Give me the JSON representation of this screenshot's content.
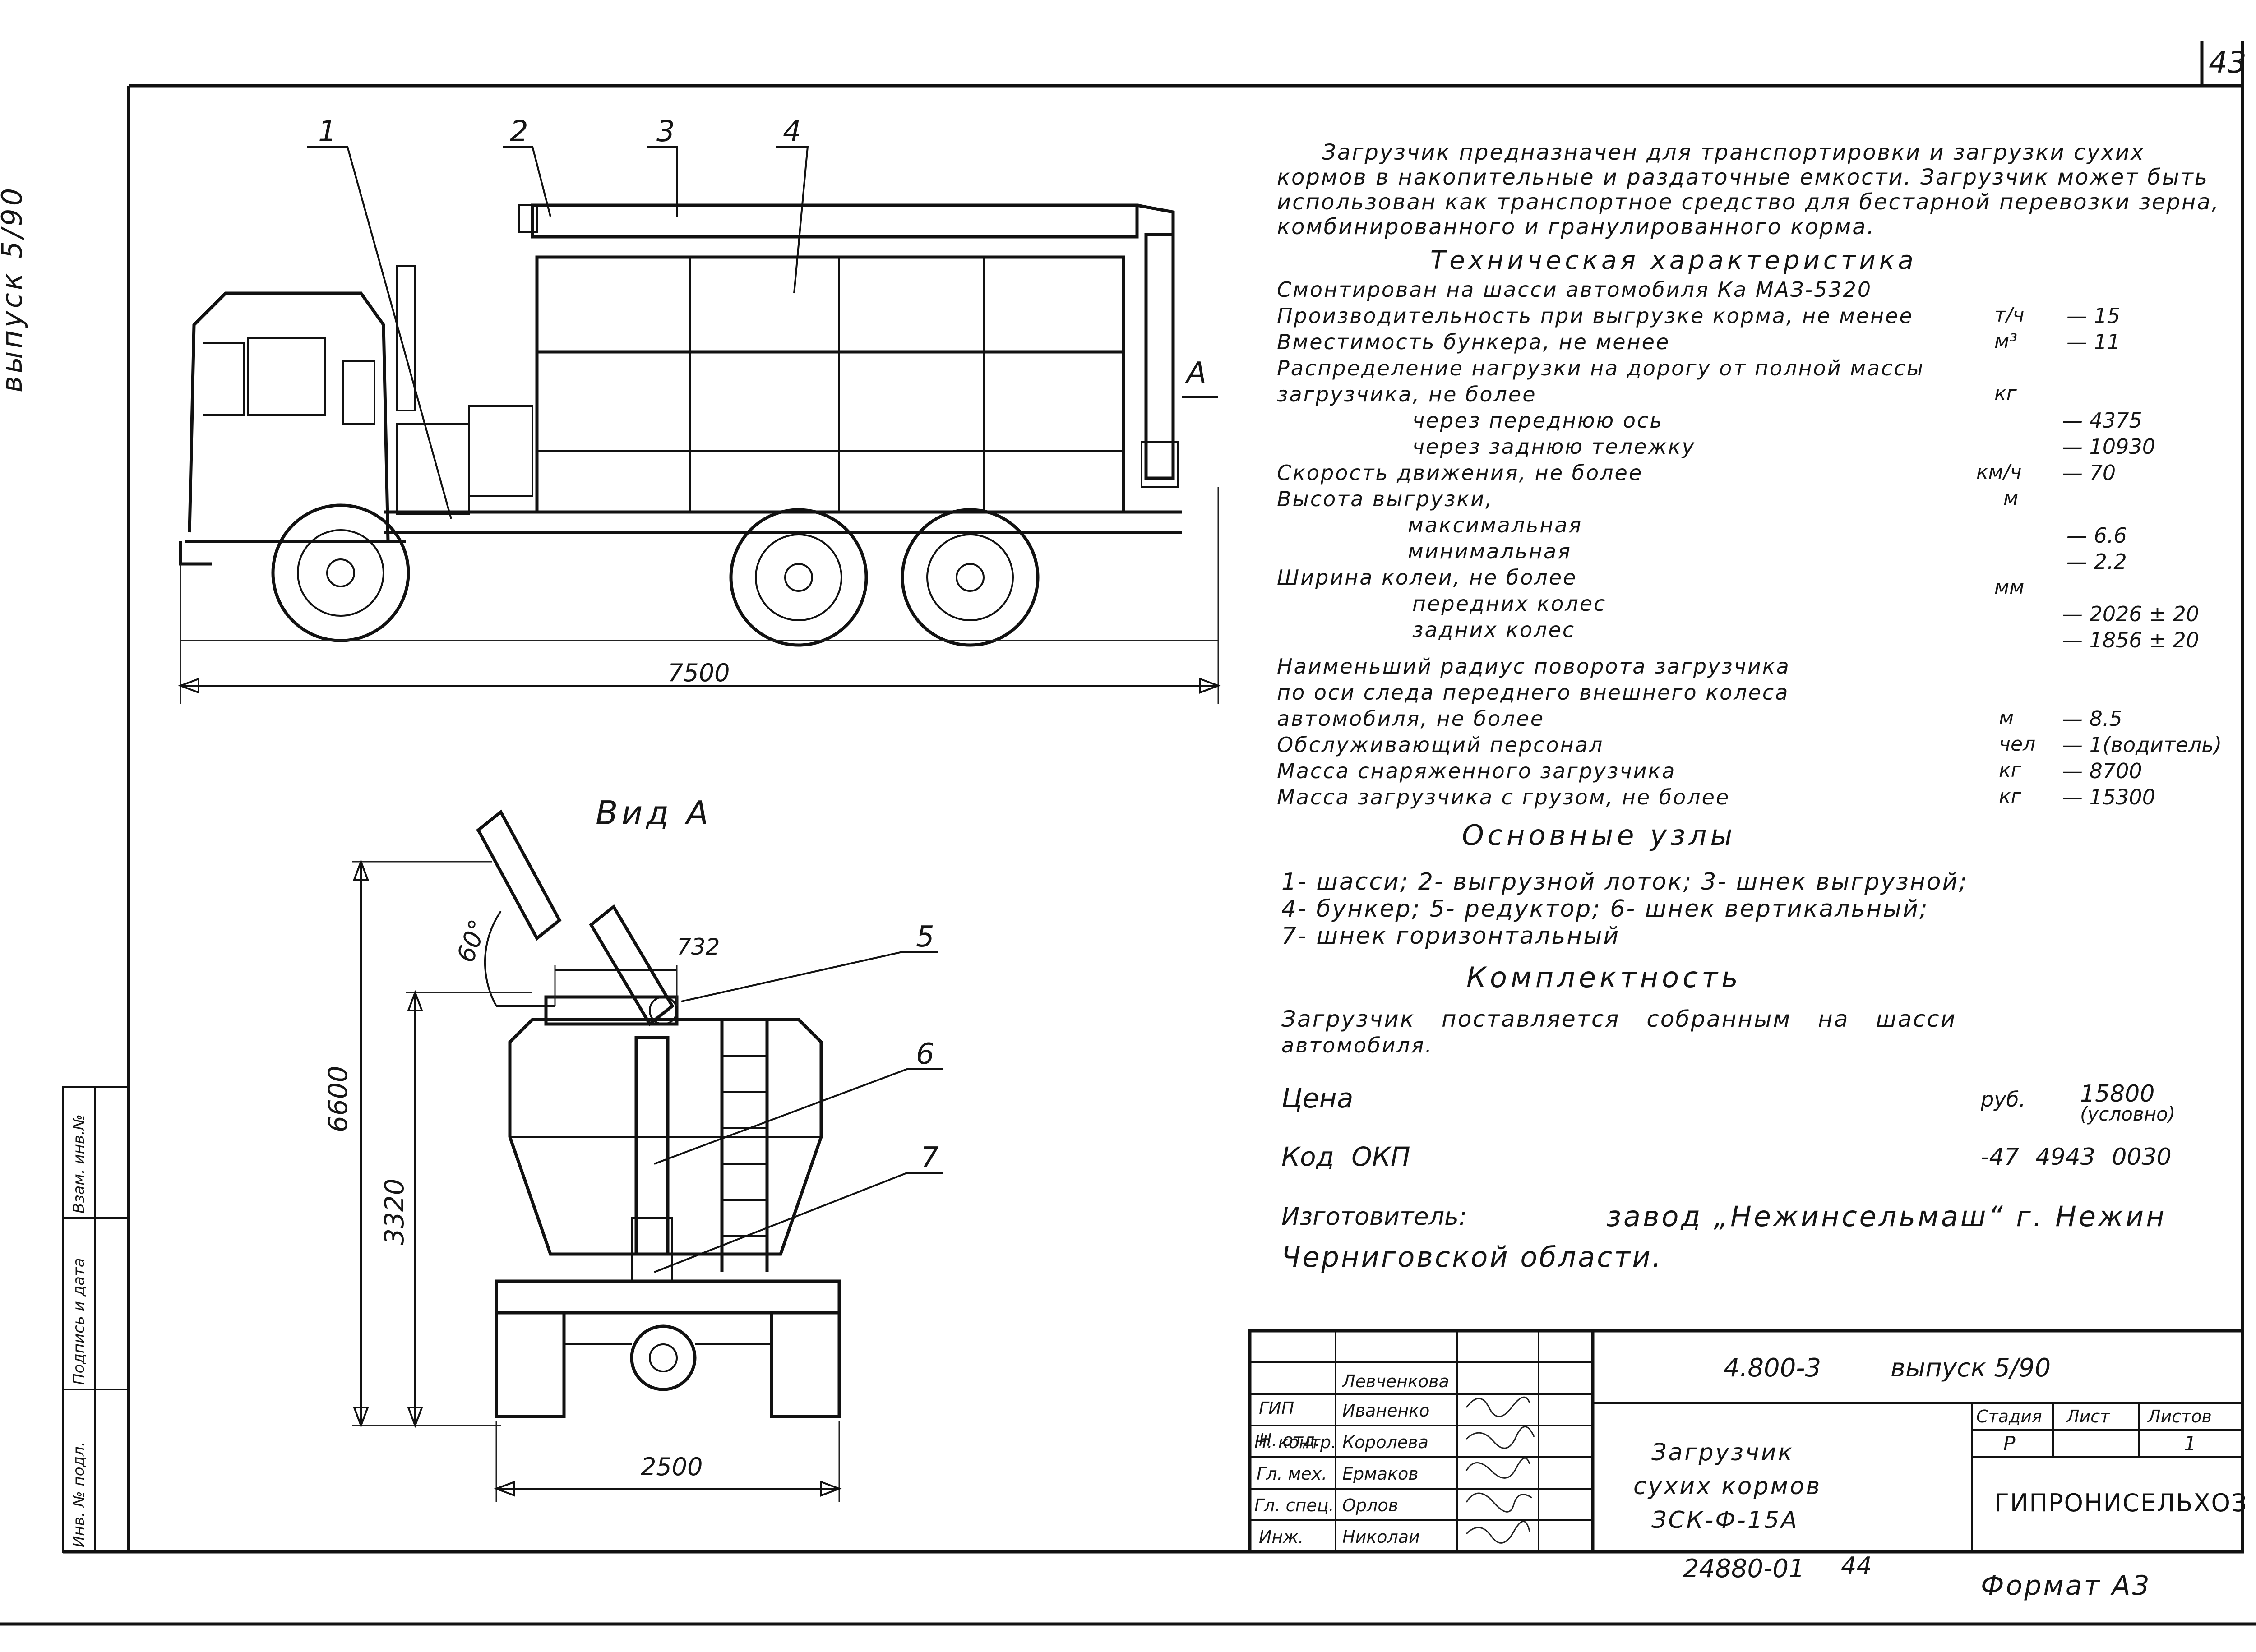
{
  "sheet": {
    "sheet_number": "43",
    "side_label": "выпуск 5/90",
    "side_stamp": [
      "Инв. № подл.",
      "Подпись и дата",
      "Взам. инв.№"
    ]
  },
  "drawing": {
    "callouts": [
      "1",
      "2",
      "3",
      "4",
      "5",
      "6",
      "7"
    ],
    "side_view_length": "7500",
    "view_letter": "A",
    "view_title": "Вид А",
    "angle": "60°",
    "dim_732": "732",
    "dim_6600": "6600",
    "dim_3320": "3320",
    "dim_2500": "2500"
  },
  "description": {
    "lines": [
      "Загрузчик предназначен для транспортировки и загрузки сухих",
      "кормов в накопительные и раздаточные емкости. Загрузчик может быть",
      "использован как транспортное средство для бестарной перевозки зерна,",
      "комбинированного и гранулированного корма."
    ]
  },
  "specs": {
    "title": "Техническая характеристика",
    "rows": [
      {
        "label": "Смонтирован на шасси автомобиля Ка МАЗ-5320",
        "unit": "",
        "value": ""
      },
      {
        "label": "Производительность при выгрузке корма, не менее",
        "unit": "т/ч",
        "value": "— 15"
      },
      {
        "label": "Вместимость бункера, не менее",
        "unit": "м³",
        "value": "— 11"
      },
      {
        "label": "Распределение нагрузки на дорогу от полной массы",
        "unit": "",
        "value": ""
      },
      {
        "label": "загрузчика, не более",
        "unit": "кг",
        "value": ""
      },
      {
        "label": "через переднюю ось",
        "unit": "",
        "value": "— 4375"
      },
      {
        "label": "через заднюю тележку",
        "unit": "",
        "value": "— 10930"
      },
      {
        "label": "Скорость движения, не более",
        "unit": "км/ч",
        "value": "— 70"
      },
      {
        "label": "Высота выгрузки,",
        "unit": "м",
        "value": ""
      },
      {
        "label": "максимальная",
        "unit": "",
        "value": "— 6.6"
      },
      {
        "label": "минимальная",
        "unit": "",
        "value": "— 2.2"
      },
      {
        "label": "Ширина колеи, не более",
        "unit": "мм",
        "value": ""
      },
      {
        "label": "передних колес",
        "unit": "",
        "value": "— 2026 ± 20"
      },
      {
        "label": "задних колес",
        "unit": "",
        "value": "— 1856 ± 20"
      },
      {
        "label": "Наименьший радиус поворота загрузчика",
        "unit": "",
        "value": ""
      },
      {
        "label": "по оси следа переднего внешнего колеса",
        "unit": "",
        "value": ""
      },
      {
        "label": "автомобиля, не более",
        "unit": "м",
        "value": "— 8.5"
      },
      {
        "label": "Обслуживающий персонал",
        "unit": "чел",
        "value": "— 1(водитель)"
      },
      {
        "label": "Масса снаряженного загрузчика",
        "unit": "кг",
        "value": "— 8700"
      },
      {
        "label": "Масса загрузчика с грузом, не более",
        "unit": "кг",
        "value": "— 15300"
      }
    ]
  },
  "units_section": {
    "title": "Основные узлы",
    "lines": [
      "1- шасси; 2- выгрузной лоток; 3- шнек выгрузной;",
      "4- бункер; 5- редуктор; 6- шнек вертикальный;",
      "7- шнек горизонтальный"
    ]
  },
  "completeness": {
    "title": "Комплектность",
    "lines": [
      "Загрузчик поставляется собранным на шасси",
      "автомобиля."
    ]
  },
  "price": {
    "label": "Цена",
    "unit": "руб.",
    "value": "15800",
    "note": "(условно)"
  },
  "okp": {
    "label": "Код ОКП",
    "value": "-47 4943 0030"
  },
  "manufacturer": {
    "label": "Изготовитель:",
    "line1": "завод „Нежинсельмаш“ г. Нежин",
    "line2": "Черниговской области."
  },
  "title_block": {
    "doc_code": "4.800-3",
    "issue": "выпуск 5/90",
    "roles": [
      {
        "role": "ГИП",
        "name": "Левченкова"
      },
      {
        "role": "Н. отд.",
        "name": "Иваненко"
      },
      {
        "role": "Н. контр.",
        "name": "Королева"
      },
      {
        "role": "Гл. мех.",
        "name": "Ермаков"
      },
      {
        "role": "Гл. спец.",
        "name": "Орлов"
      },
      {
        "role": "Инж.",
        "name": "Николаи"
      }
    ],
    "product_name": [
      "Загрузчик",
      "сухих кормов",
      "ЗСК-Ф-15А"
    ],
    "stage_header": "Стадия",
    "sheet_header": "Лист",
    "sheets_header": "Листов",
    "stage": "Р",
    "sheets_total": "1",
    "organization": "ГИПРОНИСЕЛЬХОЗ",
    "archive_number": "24880-01",
    "archive_sheet": "44",
    "format": "Формат А3"
  }
}
